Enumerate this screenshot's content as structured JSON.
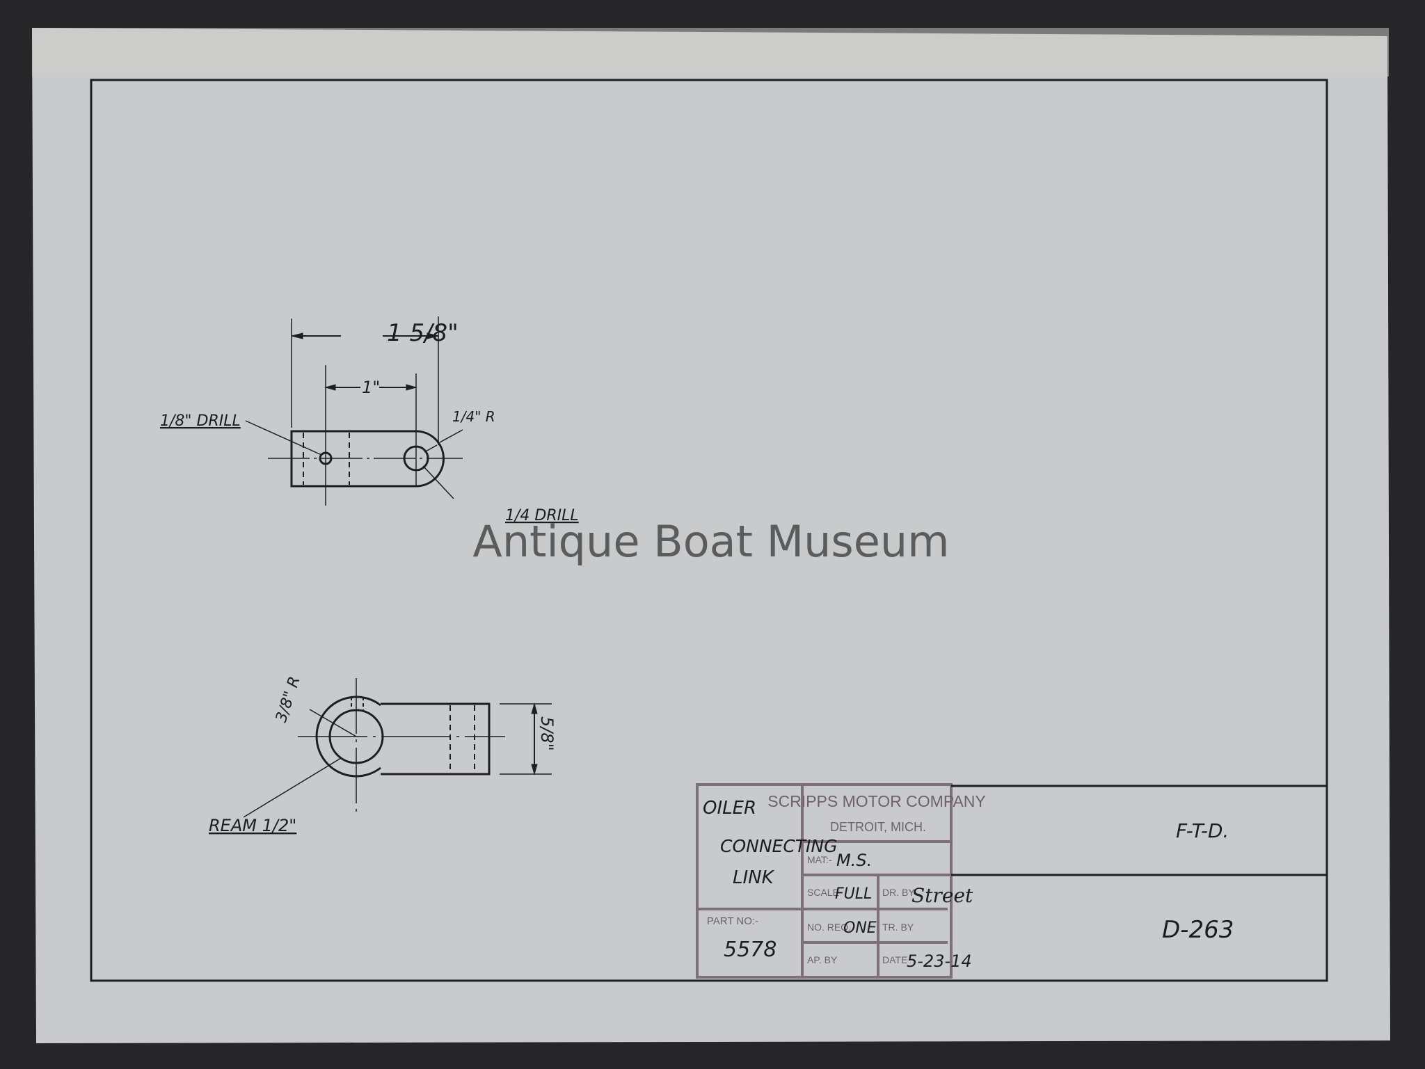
{
  "watermark": "Antique Boat Museum",
  "drawing": {
    "top_view": {
      "overall_length": "1 5/8\"",
      "center_distance": "1\"",
      "small_hole": "1/8\" DRILL",
      "large_hole": "1/4 DRILL",
      "end_radius": "1/4\" R"
    },
    "side_view": {
      "boss_radius": "3/8\" R",
      "bore": "REAM 1/2\"",
      "height": "5/8\""
    }
  },
  "title_block": {
    "part_name": [
      "OILER",
      "CONNECTING",
      "LINK"
    ],
    "part_no_label": "PART NO:-",
    "part_no": "5578",
    "company": "SCRIPPS MOTOR COMPANY",
    "location": "DETROIT, MICH.",
    "mat_label": "MAT:-",
    "mat": "M.S.",
    "scale_label": "SCALE",
    "scale": "FULL",
    "dr_by_label": "DR. BY",
    "dr_by": "Street",
    "no_req_label": "NO. REQ.",
    "no_req": "ONE",
    "tr_by_label": "TR. BY",
    "ap_by_label": "AP. BY",
    "date_label": "DATE",
    "date": "5-23-14",
    "code": "F-T-D.",
    "drawing_no": "D-263"
  }
}
